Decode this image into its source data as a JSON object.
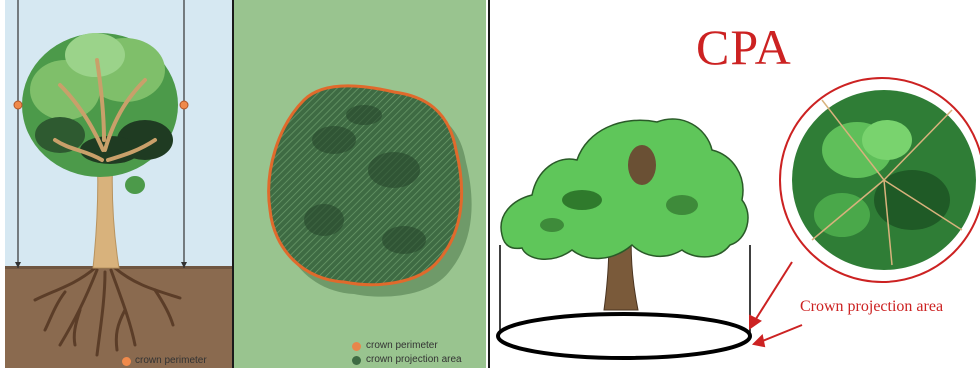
{
  "panel_left": {
    "legend_crown_perimeter": "crown perimeter",
    "colors": {
      "sky": "#d6e8f2",
      "soil": "#8a6a4f",
      "trunk": "#d8b27c",
      "foliage": "#4c9a4a",
      "marker": "#f08a4b"
    }
  },
  "panel_middle": {
    "legend_crown_perimeter": "crown perimeter",
    "legend_crown_projection_area": "crown projection area",
    "colors": {
      "background": "#99c48f",
      "crown": "#3e6b43",
      "perimeter": "#e06a2c"
    }
  },
  "panel_right": {
    "title": "CPA",
    "label_crown_projection_area": "Crown projection area",
    "colors": {
      "title": "#cc2222",
      "canopy": "#5fc65a",
      "trunk": "#7a5a3a",
      "ellipse": "#000000",
      "circle": "#cc2222"
    }
  }
}
